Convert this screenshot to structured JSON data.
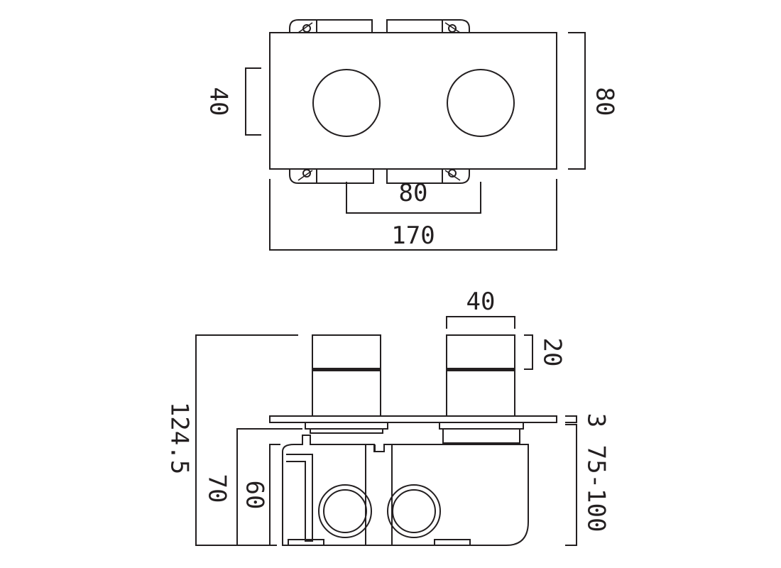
{
  "front_view": {
    "dim_knob_diameter": "40",
    "dim_height": "80",
    "dim_centres": "80",
    "dim_width": "170"
  },
  "side_view": {
    "dim_knob_width": "40",
    "dim_knob_cap": "20",
    "dim_overall_depth": "124.5",
    "dim_depth_70": "70",
    "dim_depth_60": "60",
    "dim_plate": "3",
    "dim_wall_range": "75-100"
  },
  "colors": {
    "line": "#231f20",
    "background": "#ffffff"
  }
}
